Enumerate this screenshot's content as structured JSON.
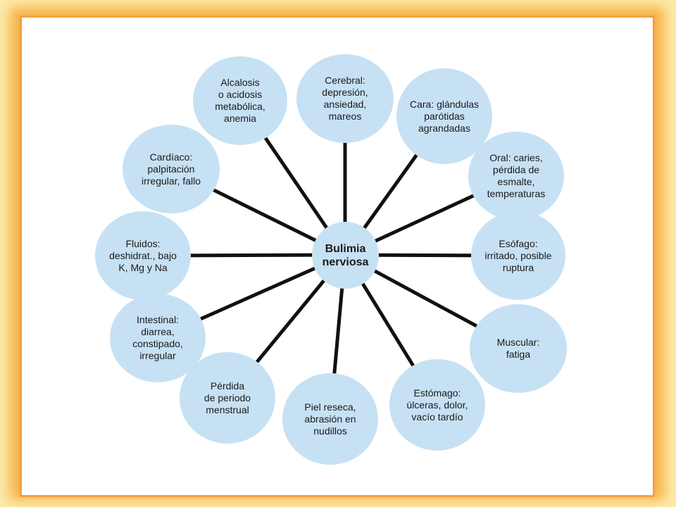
{
  "diagram": {
    "center": "Bulimia\nnerviosa",
    "nodes": [
      "Cerebral:\ndepresión,\nansiedad,\nmareos",
      "Cara: glándulas\nparótidas\nagrandadas",
      "Oral: caries,\npérdida de\nesmalte,\ntemperaturas",
      "Esófago:\nirritado, posible\nruptura",
      "Muscular:\nfatiga",
      "Estómago:\núlceras, dolor,\nvacío tardío",
      "Piel reseca,\nabrasión en\nnudillos",
      "Pérdida\nde periodo\nmenstrual",
      "Intestinal:\ndiarrea,\nconstipado,\nirregular",
      "Fluidos:\ndeshidrat., bajo\nK, Mg y Na",
      "Cardíaco:\npalpitación\nirregular, fallo",
      "Alcalosis\no acidosis\nmetabólica,\nanemia"
    ]
  }
}
